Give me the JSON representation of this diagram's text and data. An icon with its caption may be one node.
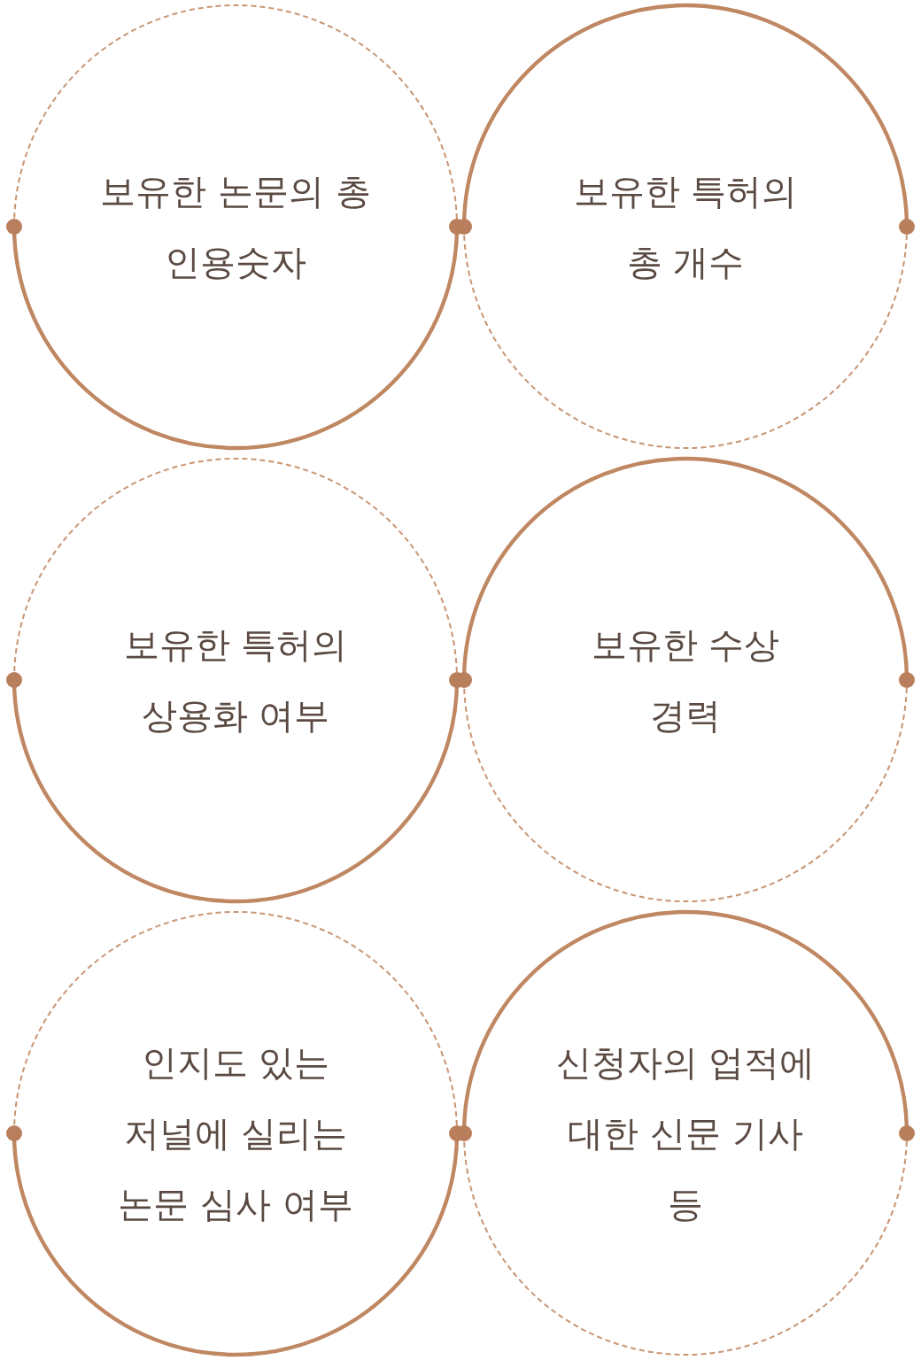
{
  "diagram": {
    "nodes": [
      {
        "text": [
          "보유한 논문의 총 인용숫자"
        ]
      },
      {
        "text": [
          "보유한 특허의 총 개수"
        ]
      },
      {
        "text": [
          "보유한 특허의 상용화 여부"
        ]
      },
      {
        "text": [
          "보유한 수상 경력"
        ]
      },
      {
        "text": [
          "인지도 있는 저널에 실리는 논문 심사 여부"
        ]
      },
      {
        "text": [
          "신청자의 업적에 대한 신문 기사 등"
        ]
      }
    ]
  }
}
